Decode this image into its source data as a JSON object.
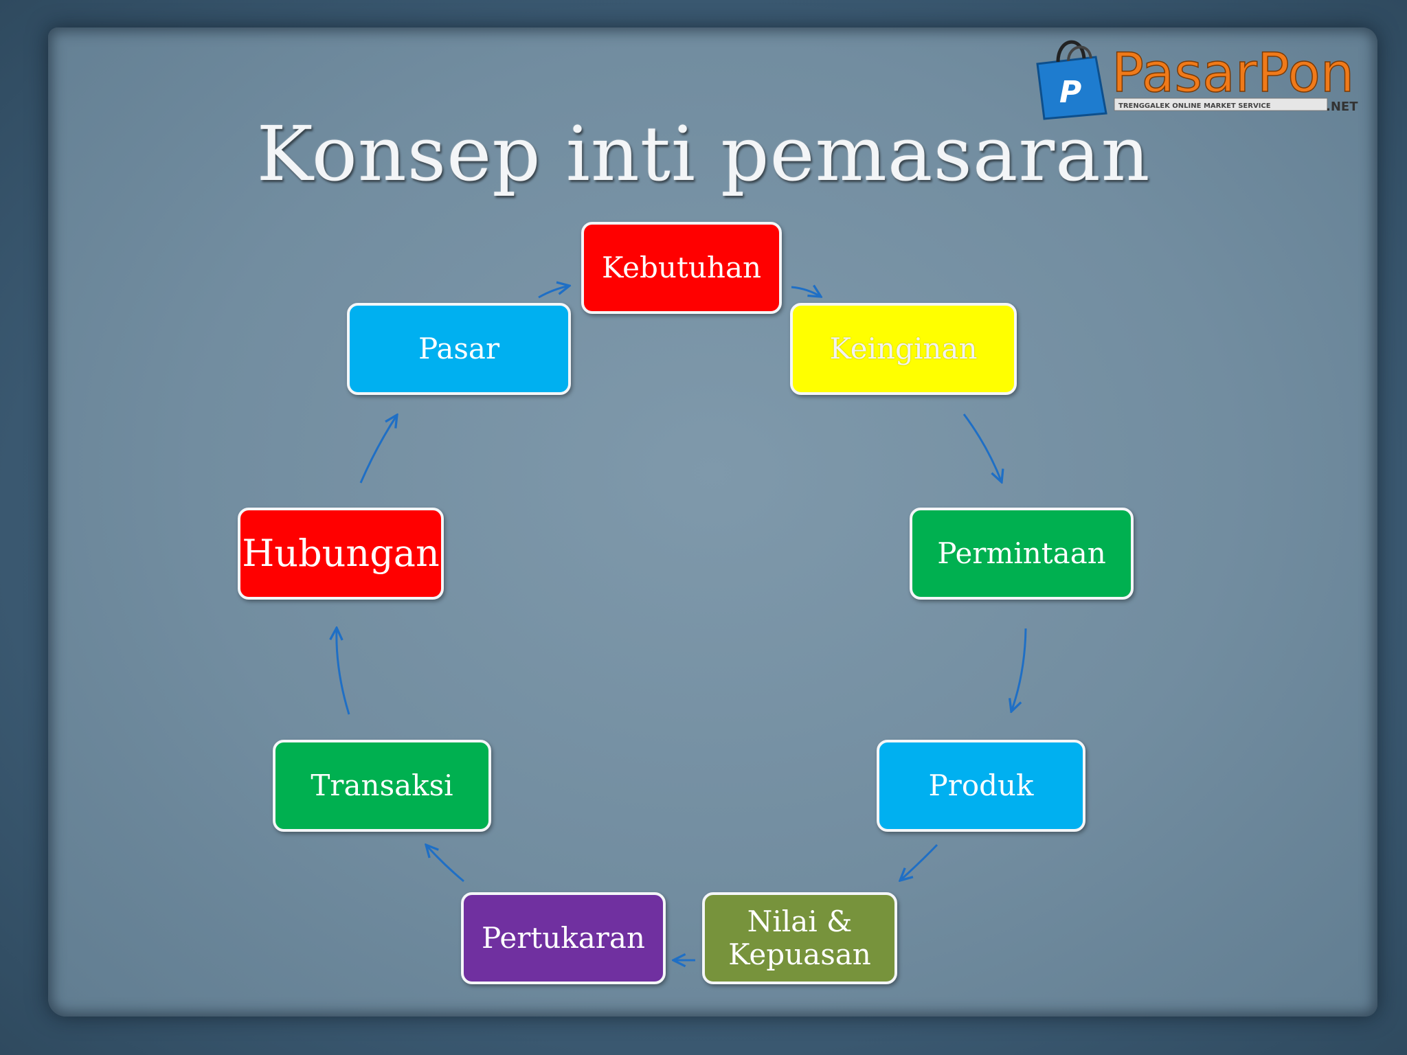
{
  "slide": {
    "title": "Konsep inti pemasaran"
  },
  "logo": {
    "brand": "PasarPon",
    "suffix": ".NET",
    "tagline": "TRENGGALEK ONLINE MARKET SERVICE",
    "bag_letter": "P"
  },
  "colors": {
    "red": "#ff0000",
    "yellow": "#ffff00",
    "green": "#00b050",
    "blue": "#00b0f0",
    "purple": "#7030a0",
    "olive": "#77933c",
    "arrow": "#1f6fc5"
  },
  "cycle": {
    "nodes": [
      {
        "label": "Kebutuhan",
        "color": "#ff0000"
      },
      {
        "label": "Keinginan",
        "color": "#ffff00"
      },
      {
        "label": "Permintaan",
        "color": "#00b050"
      },
      {
        "label": "Produk",
        "color": "#00b0f0"
      },
      {
        "label": "Nilai & Kepuasan",
        "color": "#77933c"
      },
      {
        "label": "Pertukaran",
        "color": "#7030a0"
      },
      {
        "label": "Transaksi",
        "color": "#00b050"
      },
      {
        "label": "Hubungan",
        "color": "#ff0000"
      },
      {
        "label": "Pasar",
        "color": "#00b0f0"
      }
    ]
  }
}
